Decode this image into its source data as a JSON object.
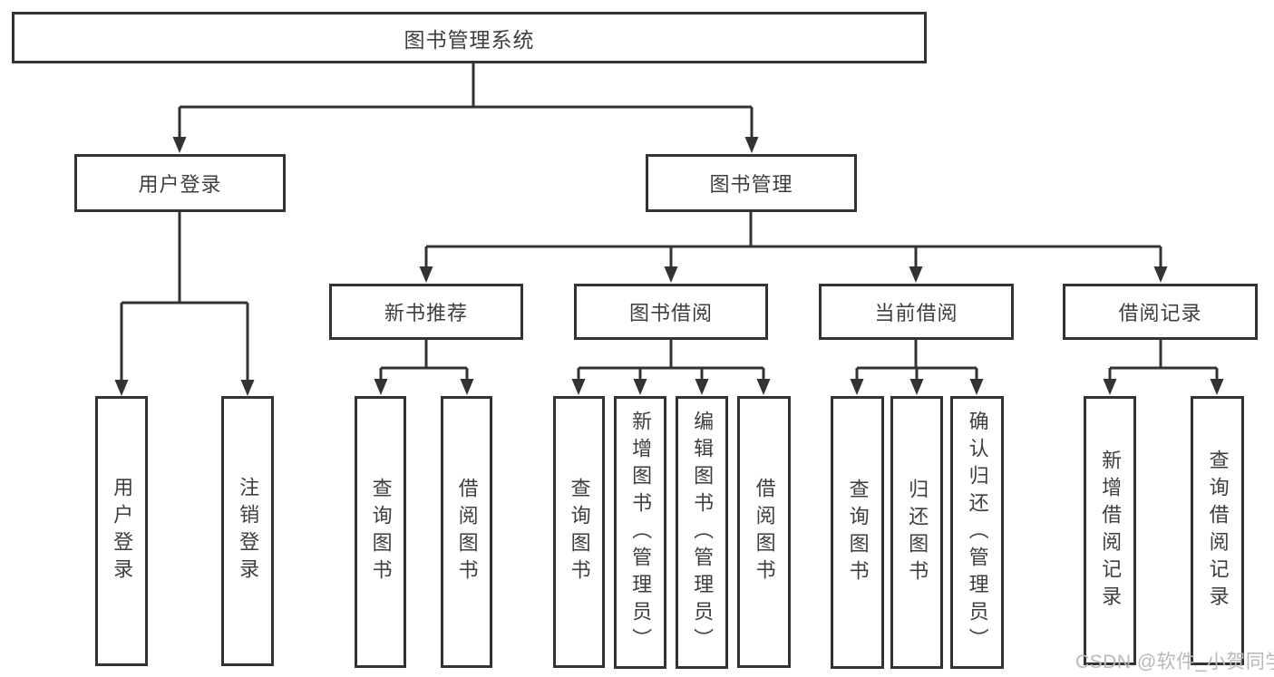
{
  "root_label": "图书管理系统",
  "user_login": {
    "label": "用户登录",
    "leaves": [
      "用户登录",
      "注销登录"
    ]
  },
  "book_management": {
    "label": "图书管理",
    "sections": [
      {
        "label": "新书推荐",
        "leaves": [
          "查询图书",
          "借阅图书"
        ]
      },
      {
        "label": "图书借阅",
        "leaves": [
          "查询图书",
          "新增图书（管理员）",
          "编辑图书（管理员）",
          "借阅图书"
        ]
      },
      {
        "label": "当前借阅",
        "leaves": [
          "查询图书",
          "归还图书",
          "确认归还（管理员）"
        ]
      },
      {
        "label": "借阅记录",
        "leaves": [
          "新增借阅记录",
          "查询借阅记录"
        ]
      }
    ]
  },
  "watermark": "CSDN @软件_小贺同学",
  "colors": {
    "line": "#333333",
    "text": "#3e3e3e",
    "watermark": "#b8b8b8",
    "background": "#ffffff"
  }
}
